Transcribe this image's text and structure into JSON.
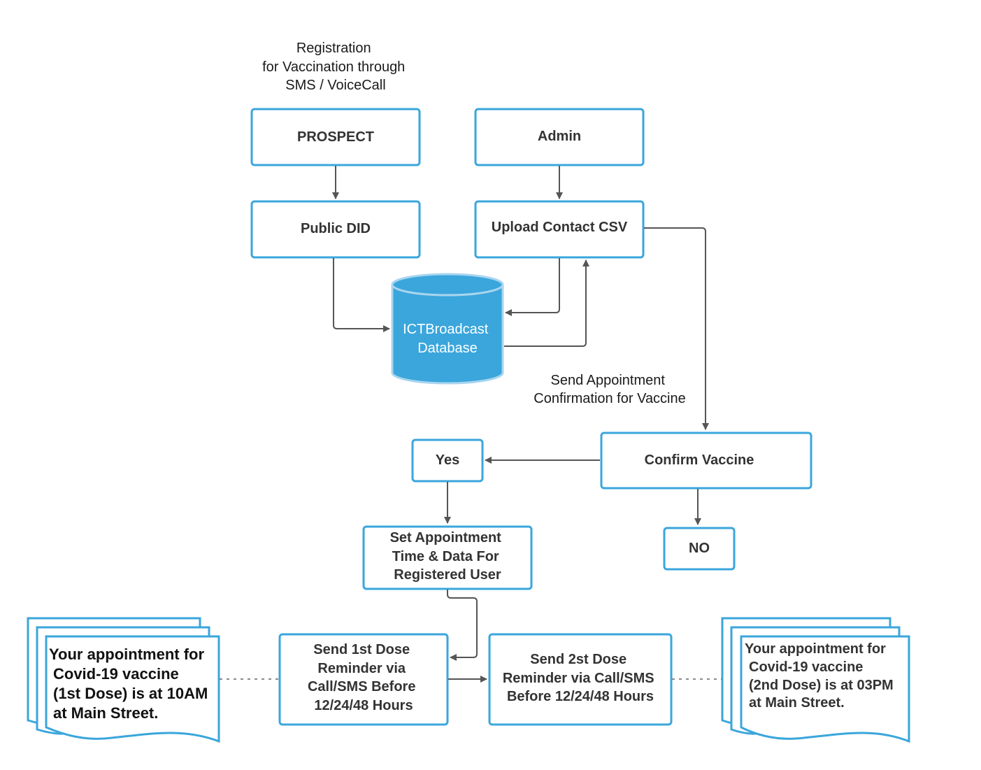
{
  "diagram": {
    "registration_note": [
      "Registration",
      "for Vaccination through",
      "SMS / VoiceCall"
    ],
    "nodes": {
      "prospect": "PROSPECT",
      "admin": "Admin",
      "public_did": "Public DID",
      "upload_csv": "Upload Contact CSV",
      "database": [
        "ICTBroadcast",
        "Database"
      ],
      "confirm_vaccine": "Confirm Vaccine",
      "yes": "Yes",
      "no": "NO",
      "set_appointment": [
        "Set Appointment",
        "Time & Data For",
        "Registered User"
      ],
      "first_dose": [
        "Send 1st Dose",
        "Reminder via",
        "Call/SMS Before",
        "12/24/48 Hours"
      ],
      "second_dose": [
        "Send 2st Dose",
        "Reminder via Call/SMS",
        "Before 12/24/48 Hours"
      ]
    },
    "edge_labels": {
      "send_confirmation": [
        "Send Appointment",
        "Confirmation for Vaccine"
      ]
    },
    "documents": {
      "first_dose_message": [
        "Your appointment for",
        "Covid-19 vaccine",
        "(1st Dose) is at 10AM",
        "at Main Street."
      ],
      "second_dose_message": [
        "Your appointment for",
        "Covid-19 vaccine",
        "(2nd Dose) is at 03PM",
        "at Main Street."
      ]
    },
    "colors": {
      "node_border": "#3aa6dc",
      "database_fill": "#3aa6dc",
      "edge": "#555555"
    }
  }
}
